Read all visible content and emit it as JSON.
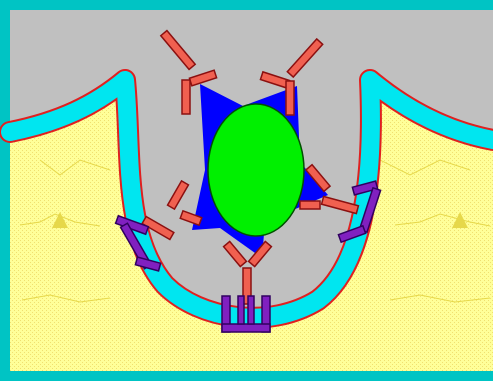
{
  "diagram": {
    "labels": [],
    "colors": {
      "border": "#00c4c4",
      "background": "#c0c0c0",
      "tissue": "#ffff99",
      "tissue_line": "#e6d84a",
      "membrane": "#00e6f0",
      "membrane_edge": "#e02020",
      "antigen_core": "#00f000",
      "antigen_star": "#0000ff",
      "antibody": "#f06050",
      "receptor": "#8020c0"
    },
    "elements": {
      "antigen": "antigen-complex",
      "free_antibodies": 2,
      "bound_antibodies": 5,
      "receptors": 3
    }
  }
}
